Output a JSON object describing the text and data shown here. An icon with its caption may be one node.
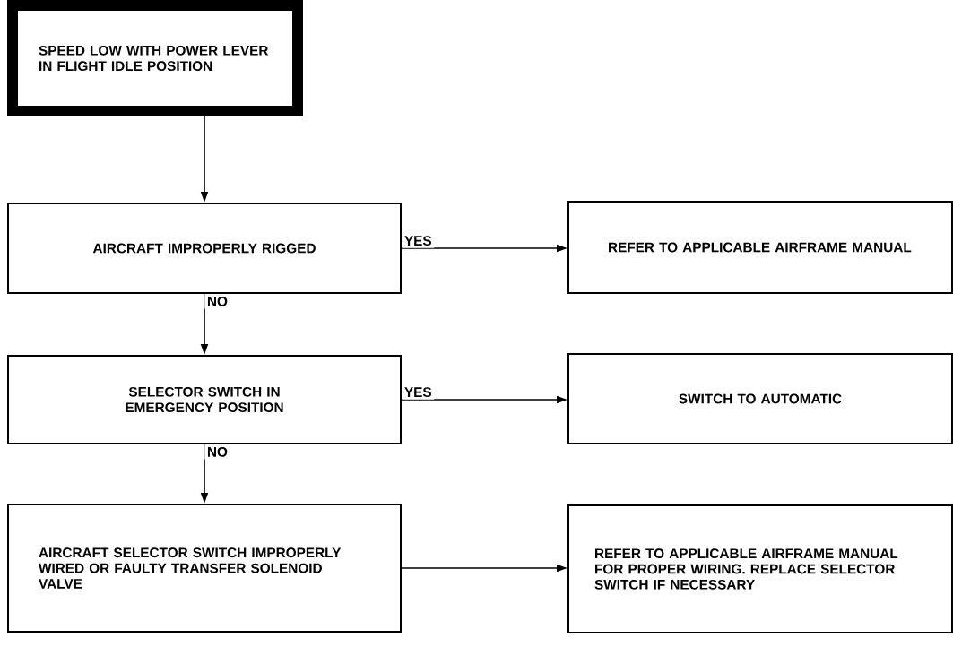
{
  "diagram": {
    "nodes": [
      {
        "text": [
          "SPEED LOW WITH POWER LEVER IN FLIGHT IDLE POSITION"
        ]
      },
      {
        "text": [
          "AIRCRAFT IMPROPERLY RIGGED"
        ]
      },
      {
        "text": [
          "REFER TO APPLICABLE AIRFRAME MANUAL"
        ]
      },
      {
        "text": [
          "SELECTOR SWITCH IN EMERGENCY POSITION"
        ]
      },
      {
        "text": [
          "SWITCH TO AUTOMATIC"
        ]
      },
      {
        "text": [
          "AIRCRAFT SELECTOR SWITCH IMPROPERLY WIRED OR FAULTY TRANSFER SOLENOID VALVE"
        ]
      },
      {
        "text": [
          "REFER TO APPLICABLE AIRFRAME MANUAL FOR PROPER WIRING. REPLACE SELECTOR SWITCH IF NECESSARY"
        ]
      }
    ],
    "edges": [
      {
        "from": 0,
        "to": 1,
        "arrow": "to"
      },
      {
        "from": 1,
        "to": 2,
        "arrow": "to",
        "label": "YES"
      },
      {
        "from": 1,
        "to": 3,
        "arrow": "to",
        "label": "NO"
      },
      {
        "from": 3,
        "to": 4,
        "arrow": "to",
        "label": "YES"
      },
      {
        "from": 3,
        "to": 5,
        "arrow": "to",
        "label": "NO"
      },
      {
        "from": 5,
        "to": 6,
        "arrow": "to"
      }
    ]
  }
}
